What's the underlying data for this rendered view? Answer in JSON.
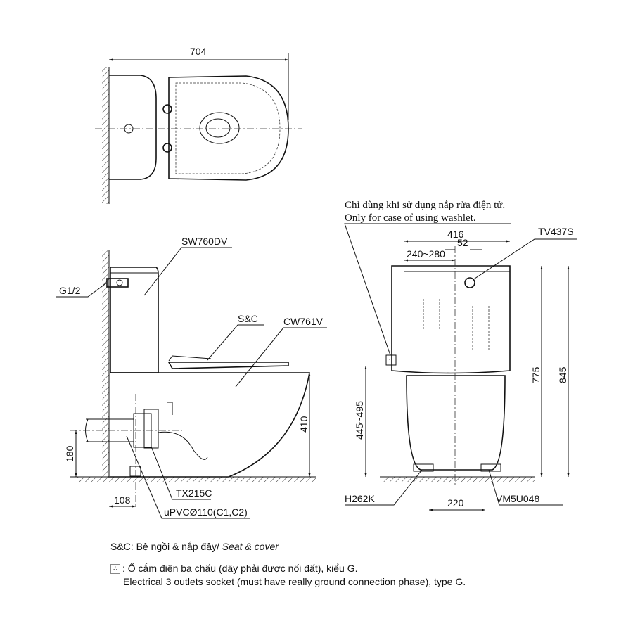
{
  "top_view": {
    "dim_width": "704"
  },
  "side_view": {
    "tank_label": "SW760DV",
    "inlet_label": "G1/2",
    "seat_label": "S&C",
    "bowl_label": "CW761V",
    "dim_height": "410",
    "dim_outlet_height": "180",
    "dim_wall": "108",
    "flange_label": "TX215C",
    "pipe_label": "uPVCØ110(C1,C2)"
  },
  "front_view": {
    "note_vi": "Chỉ dùng khi sử dụng nắp rửa điện tử.",
    "note_en": "Only for case of using washlet.",
    "dim_width": "416",
    "dim_offset": "52",
    "dim_inlet": "240~280",
    "valve_label": "TV437S",
    "dim_775": "775",
    "dim_845": "845",
    "dim_socket": "445~495",
    "dim_bolt": "220",
    "left_part": "H262K",
    "right_part": "VM5U048"
  },
  "notes": {
    "sc": "S&C: Bệ ngồi & nắp đậy/ ",
    "sc_en": "Seat & cover",
    "socket_symbol": "∴",
    "socket_vi": ": Ổ cắm điện ba chấu (dây phải được nối đất), kiểu G.",
    "socket_en": "Electrical 3 outlets socket (must have really ground connection phase), type G."
  }
}
